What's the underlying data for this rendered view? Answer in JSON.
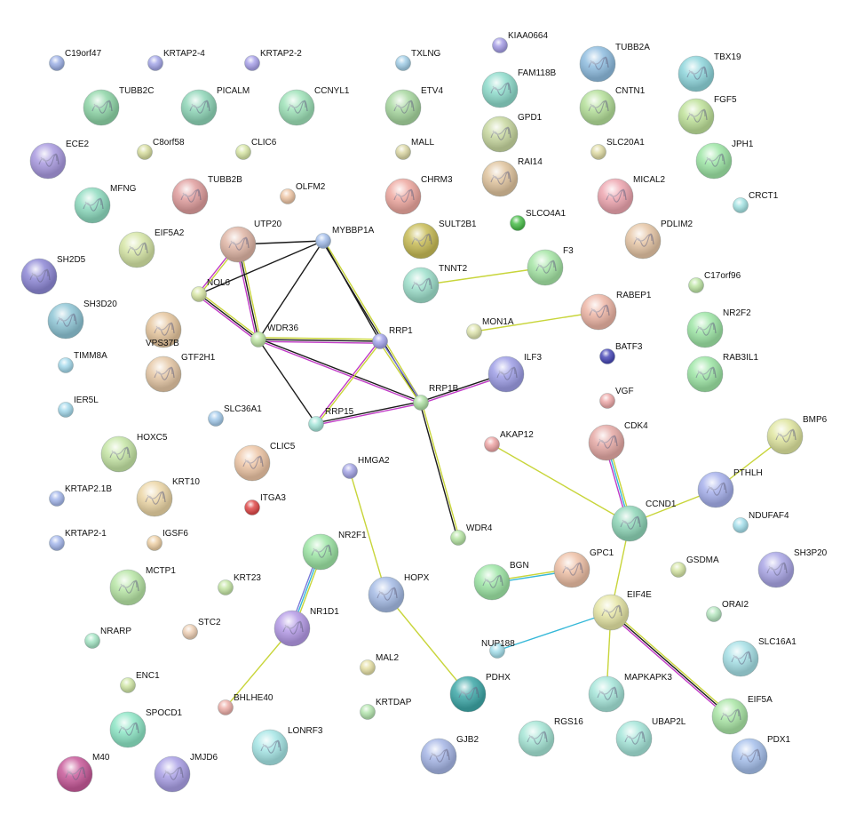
{
  "diagram": {
    "type": "protein-interaction-network",
    "evidence_colors": {
      "text_mining": "#c8d53a",
      "coexpression": "#1a1a1a",
      "experiments": "#c03ac6",
      "database": "#35b8d8",
      "other": "#d8d8d8",
      "homology": "#7a7ad8"
    },
    "nodes": [
      {
        "id": "C19orf47",
        "color": "#9eb1e6",
        "size": "small",
        "structure": false
      },
      {
        "id": "KRTAP2-4",
        "color": "#a5a7e8",
        "size": "small",
        "structure": false
      },
      {
        "id": "KRTAP2-2",
        "color": "#aaa3ea",
        "size": "small",
        "structure": false
      },
      {
        "id": "TXLNG",
        "color": "#a3cfe8",
        "size": "small",
        "structure": false
      },
      {
        "id": "KIAA0664",
        "color": "#a69ee6",
        "size": "small",
        "structure": false
      },
      {
        "id": "TUBB2A",
        "color": "#8fbde0",
        "size": "large",
        "structure": true
      },
      {
        "id": "TBX19",
        "color": "#8fd6dc",
        "size": "large",
        "structure": true
      },
      {
        "id": "TUBB2C",
        "color": "#8fd6a8",
        "size": "large",
        "structure": true
      },
      {
        "id": "PICALM",
        "color": "#8fd6b8",
        "size": "large",
        "structure": true
      },
      {
        "id": "CCNYL1",
        "color": "#9ee2b8",
        "size": "large",
        "structure": true
      },
      {
        "id": "ETV4",
        "color": "#a8d8a0",
        "size": "large",
        "structure": true
      },
      {
        "id": "FAM118B",
        "color": "#8fdccc",
        "size": "large",
        "structure": true
      },
      {
        "id": "CNTN1",
        "color": "#b5e09a",
        "size": "large",
        "structure": true
      },
      {
        "id": "FGF5",
        "color": "#bfe29a",
        "size": "large",
        "structure": true
      },
      {
        "id": "GPD1",
        "color": "#c8d8a0",
        "size": "large",
        "structure": true
      },
      {
        "id": "ECE2",
        "color": "#a99ae0",
        "size": "large",
        "structure": true
      },
      {
        "id": "C8orf58",
        "color": "#d8dea0",
        "size": "small",
        "structure": false
      },
      {
        "id": "CLIC6",
        "color": "#d8e6a6",
        "size": "small",
        "structure": false
      },
      {
        "id": "MALL",
        "color": "#dcd8a6",
        "size": "small",
        "structure": false
      },
      {
        "id": "SLC20A1",
        "color": "#e0dca6",
        "size": "small",
        "structure": false
      },
      {
        "id": "JPH1",
        "color": "#9ee6a6",
        "size": "large",
        "structure": true
      },
      {
        "id": "RAI14",
        "color": "#e0c49e",
        "size": "large",
        "structure": true
      },
      {
        "id": "MFNG",
        "color": "#8fdcc0",
        "size": "large",
        "structure": true
      },
      {
        "id": "TUBB2B",
        "color": "#e09e9e",
        "size": "large",
        "structure": true
      },
      {
        "id": "OLFM2",
        "color": "#eec6a6",
        "size": "small",
        "structure": false
      },
      {
        "id": "CHRM3",
        "color": "#eea8a0",
        "size": "large",
        "structure": true
      },
      {
        "id": "MICAL2",
        "color": "#eea6b0",
        "size": "large",
        "structure": true
      },
      {
        "id": "CRCT1",
        "color": "#a6e4e4",
        "size": "small",
        "structure": false
      },
      {
        "id": "SLCO4A1",
        "color": "#4cbf4c",
        "size": "small",
        "structure": false
      },
      {
        "id": "UTP20",
        "color": "#e0b6a6",
        "size": "large",
        "structure": true
      },
      {
        "id": "MYBBP1A",
        "color": "#a6c0ec",
        "size": "small",
        "structure": false
      },
      {
        "id": "SULT2B1",
        "color": "#c8bc56",
        "size": "large",
        "structure": true
      },
      {
        "id": "PDLIM2",
        "color": "#e6c6a6",
        "size": "large",
        "structure": true
      },
      {
        "id": "EIF5A2",
        "color": "#d6e6a6",
        "size": "large",
        "structure": true
      },
      {
        "id": "SH2D5",
        "color": "#8e88d6",
        "size": "large",
        "structure": true
      },
      {
        "id": "NOL6",
        "color": "#d8e6a6",
        "size": "small",
        "structure": false
      },
      {
        "id": "TNNT2",
        "color": "#9ee0cc",
        "size": "large",
        "structure": true
      },
      {
        "id": "F3",
        "color": "#a6e6a6",
        "size": "large",
        "structure": true
      },
      {
        "id": "C17orf96",
        "color": "#bfe6a6",
        "size": "small",
        "structure": false
      },
      {
        "id": "RABEP1",
        "color": "#eeb6a6",
        "size": "large",
        "structure": true
      },
      {
        "id": "SH3D20",
        "color": "#8fc6d6",
        "size": "large",
        "structure": true
      },
      {
        "id": "VPS37B",
        "color": "#e6c69e",
        "size": "large",
        "structure": true
      },
      {
        "id": "WDR36",
        "color": "#c0e6a6",
        "size": "small",
        "structure": false
      },
      {
        "id": "RRP1",
        "color": "#a6a6ec",
        "size": "small",
        "structure": false
      },
      {
        "id": "MON1A",
        "color": "#e0e6b0",
        "size": "small",
        "structure": false
      },
      {
        "id": "NR2F2",
        "color": "#9ee6a6",
        "size": "large",
        "structure": true
      },
      {
        "id": "BATF3",
        "color": "#4a4ab8",
        "size": "small",
        "structure": false
      },
      {
        "id": "TIMM8A",
        "color": "#a6daec",
        "size": "small",
        "structure": false
      },
      {
        "id": "GTF2H1",
        "color": "#e6c8a6",
        "size": "large",
        "structure": true
      },
      {
        "id": "ILF3",
        "color": "#9e9ee6",
        "size": "large",
        "structure": true
      },
      {
        "id": "RAB3IL1",
        "color": "#9ee6a6",
        "size": "large",
        "structure": true
      },
      {
        "id": "RRP1B",
        "color": "#b0e0a6",
        "size": "small",
        "structure": false
      },
      {
        "id": "RRP15",
        "color": "#a6e6da",
        "size": "small",
        "structure": false
      },
      {
        "id": "VGF",
        "color": "#eeaaaa",
        "size": "small",
        "structure": false
      },
      {
        "id": "IER5L",
        "color": "#a6daec",
        "size": "small",
        "structure": false
      },
      {
        "id": "SLC36A1",
        "color": "#a6ccec",
        "size": "small",
        "structure": false
      },
      {
        "id": "CDK4",
        "color": "#e6aaa6",
        "size": "large",
        "structure": true
      },
      {
        "id": "AKAP12",
        "color": "#eea6a6",
        "size": "small",
        "structure": false
      },
      {
        "id": "BMP6",
        "color": "#e0e6a0",
        "size": "large",
        "structure": true
      },
      {
        "id": "HOXC5",
        "color": "#c6e6a6",
        "size": "large",
        "structure": true
      },
      {
        "id": "CLIC5",
        "color": "#eec6a6",
        "size": "large",
        "structure": true
      },
      {
        "id": "HMGA2",
        "color": "#a6a6e6",
        "size": "small",
        "structure": false
      },
      {
        "id": "PTHLH",
        "color": "#a6b0ec",
        "size": "large",
        "structure": true
      },
      {
        "id": "KRTAP2.1B",
        "color": "#a6b8ec",
        "size": "small",
        "structure": false
      },
      {
        "id": "KRT10",
        "color": "#ecd6a6",
        "size": "large",
        "structure": true
      },
      {
        "id": "ITGA3",
        "color": "#e04a4a",
        "size": "small",
        "structure": false
      },
      {
        "id": "CCND1",
        "color": "#8fd6b8",
        "size": "large",
        "structure": true
      },
      {
        "id": "NDUFAF4",
        "color": "#a6e0ec",
        "size": "small",
        "structure": false
      },
      {
        "id": "KRTAP2-1",
        "color": "#a6b8ec",
        "size": "small",
        "structure": false
      },
      {
        "id": "IGSF6",
        "color": "#eed0a6",
        "size": "small",
        "structure": false
      },
      {
        "id": "NR2F1",
        "color": "#9ee6a6",
        "size": "large",
        "structure": true
      },
      {
        "id": "WDR4",
        "color": "#b8e6a6",
        "size": "small",
        "structure": false
      },
      {
        "id": "BGN",
        "color": "#9ee6a6",
        "size": "large",
        "structure": true
      },
      {
        "id": "GPC1",
        "color": "#eec0a6",
        "size": "large",
        "structure": true
      },
      {
        "id": "GSDMA",
        "color": "#d6e6a6",
        "size": "small",
        "structure": false
      },
      {
        "id": "SH3P20",
        "color": "#aaa6e6",
        "size": "large",
        "structure": true
      },
      {
        "id": "MCTP1",
        "color": "#b8e6a6",
        "size": "large",
        "structure": true
      },
      {
        "id": "KRT23",
        "color": "#c6e6a6",
        "size": "small",
        "structure": false
      },
      {
        "id": "HOPX",
        "color": "#a6bce6",
        "size": "large",
        "structure": true
      },
      {
        "id": "NR1D1",
        "color": "#b49ae6",
        "size": "large",
        "structure": true
      },
      {
        "id": "EIF4E",
        "color": "#e6e6a6",
        "size": "large",
        "structure": true
      },
      {
        "id": "ORAI2",
        "color": "#b6e6c0",
        "size": "small",
        "structure": false
      },
      {
        "id": "NRARP",
        "color": "#a6e6c6",
        "size": "small",
        "structure": false
      },
      {
        "id": "STC2",
        "color": "#eed0b6",
        "size": "small",
        "structure": false
      },
      {
        "id": "NUP188",
        "color": "#a6e0ec",
        "size": "small",
        "structure": false
      },
      {
        "id": "SLC16A1",
        "color": "#a6e0e6",
        "size": "large",
        "structure": true
      },
      {
        "id": "MAL2",
        "color": "#e6e0a6",
        "size": "small",
        "structure": false
      },
      {
        "id": "ENC1",
        "color": "#d0e6a6",
        "size": "small",
        "structure": false
      },
      {
        "id": "BHLHE40",
        "color": "#eeb0aa",
        "size": "small",
        "structure": false
      },
      {
        "id": "PDHX",
        "color": "#3ea8a8",
        "size": "large",
        "structure": true
      },
      {
        "id": "MAPKAPK3",
        "color": "#a6e6da",
        "size": "large",
        "structure": true
      },
      {
        "id": "EIF5A",
        "color": "#aae6a6",
        "size": "large",
        "structure": true
      },
      {
        "id": "KRTDAP",
        "color": "#b6e6b0",
        "size": "small",
        "structure": false
      },
      {
        "id": "SPOCD1",
        "color": "#8ee6c6",
        "size": "large",
        "structure": true
      },
      {
        "id": "LONRF3",
        "color": "#a6e6e6",
        "size": "large",
        "structure": true
      },
      {
        "id": "RGS16",
        "color": "#a6e6d6",
        "size": "large",
        "structure": true
      },
      {
        "id": "UBAP2L",
        "color": "#a6e6da",
        "size": "large",
        "structure": true
      },
      {
        "id": "PDX1",
        "color": "#a6c0ec",
        "size": "large",
        "structure": true
      },
      {
        "id": "GJB2",
        "color": "#a6b6e6",
        "size": "large",
        "structure": true
      },
      {
        "id": "M40",
        "color": "#c85a9a",
        "size": "large",
        "structure": true
      },
      {
        "id": "JMJD6",
        "color": "#aaa0e6",
        "size": "large",
        "structure": true
      }
    ],
    "edges": [
      {
        "a": "UTP20",
        "b": "MYBBP1A",
        "evidence": [
          "coexpression"
        ]
      },
      {
        "a": "UTP20",
        "b": "NOL6",
        "evidence": [
          "text_mining",
          "experiments"
        ]
      },
      {
        "a": "UTP20",
        "b": "WDR36",
        "evidence": [
          "text_mining",
          "coexpression",
          "experiments"
        ]
      },
      {
        "a": "NOL6",
        "b": "MYBBP1A",
        "evidence": [
          "coexpression"
        ]
      },
      {
        "a": "NOL6",
        "b": "WDR36",
        "evidence": [
          "text_mining",
          "coexpression",
          "experiments"
        ]
      },
      {
        "a": "WDR36",
        "b": "MYBBP1A",
        "evidence": [
          "coexpression"
        ]
      },
      {
        "a": "WDR36",
        "b": "RRP1",
        "evidence": [
          "text_mining",
          "coexpression",
          "experiments"
        ]
      },
      {
        "a": "WDR36",
        "b": "RRP15",
        "evidence": [
          "coexpression"
        ]
      },
      {
        "a": "WDR36",
        "b": "RRP1B",
        "evidence": [
          "coexpression",
          "experiments"
        ]
      },
      {
        "a": "MYBBP1A",
        "b": "RRP1",
        "evidence": [
          "coexpression"
        ]
      },
      {
        "a": "MYBBP1A",
        "b": "RRP1B",
        "evidence": [
          "text_mining",
          "coexpression"
        ]
      },
      {
        "a": "RRP1",
        "b": "RRP1B",
        "evidence": [
          "homology",
          "text_mining"
        ]
      },
      {
        "a": "RRP1",
        "b": "RRP15",
        "evidence": [
          "text_mining",
          "experiments"
        ]
      },
      {
        "a": "RRP15",
        "b": "RRP1B",
        "evidence": [
          "coexpression",
          "experiments"
        ]
      },
      {
        "a": "RRP1B",
        "b": "ILF3",
        "evidence": [
          "coexpression",
          "experiments"
        ]
      },
      {
        "a": "RRP1B",
        "b": "WDR4",
        "evidence": [
          "text_mining",
          "coexpression"
        ]
      },
      {
        "a": "TNNT2",
        "b": "F3",
        "evidence": [
          "text_mining"
        ]
      },
      {
        "a": "MON1A",
        "b": "RABEP1",
        "evidence": [
          "text_mining"
        ]
      },
      {
        "a": "BMP6",
        "b": "PTHLH",
        "evidence": [
          "text_mining"
        ]
      },
      {
        "a": "PTHLH",
        "b": "CCND1",
        "evidence": [
          "text_mining"
        ]
      },
      {
        "a": "AKAP12",
        "b": "CCND1",
        "evidence": [
          "text_mining"
        ]
      },
      {
        "a": "CDK4",
        "b": "CCND1",
        "evidence": [
          "text_mining",
          "database",
          "experiments"
        ]
      },
      {
        "a": "CCND1",
        "b": "EIF4E",
        "evidence": [
          "text_mining"
        ]
      },
      {
        "a": "BGN",
        "b": "GPC1",
        "evidence": [
          "text_mining",
          "database"
        ]
      },
      {
        "a": "NUP188",
        "b": "EIF4E",
        "evidence": [
          "database"
        ]
      },
      {
        "a": "EIF4E",
        "b": "EIF5A",
        "evidence": [
          "text_mining",
          "coexpression",
          "experiments"
        ]
      },
      {
        "a": "EIF4E",
        "b": "MAPKAPK3",
        "evidence": [
          "text_mining"
        ]
      },
      {
        "a": "HMGA2",
        "b": "HOPX",
        "evidence": [
          "text_mining"
        ]
      },
      {
        "a": "HOPX",
        "b": "PDHX",
        "evidence": [
          "text_mining"
        ]
      },
      {
        "a": "NR2F1",
        "b": "NR1D1",
        "evidence": [
          "text_mining",
          "database",
          "homology"
        ]
      },
      {
        "a": "NR1D1",
        "b": "BHLHE40",
        "evidence": [
          "text_mining"
        ]
      }
    ]
  }
}
